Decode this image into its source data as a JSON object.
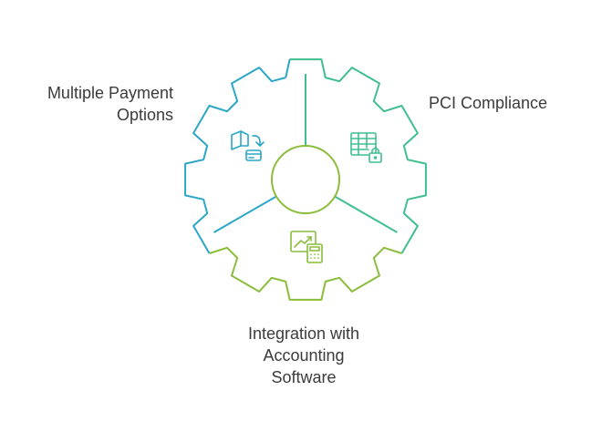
{
  "labels": {
    "left": {
      "line1": "Multiple Payment",
      "line2": "Options"
    },
    "right": {
      "line1": "PCI Compliance"
    },
    "bottom": {
      "line1": "Integration with",
      "line2": "Accounting",
      "line3": "Software"
    }
  },
  "colors": {
    "blue": "#2aa7c7",
    "teal": "#3fbf8f",
    "green": "#8bbd3c"
  },
  "icons": {
    "left": "payment-methods-icon",
    "right": "secure-table-lock-icon",
    "bottom": "chart-calculator-icon"
  }
}
